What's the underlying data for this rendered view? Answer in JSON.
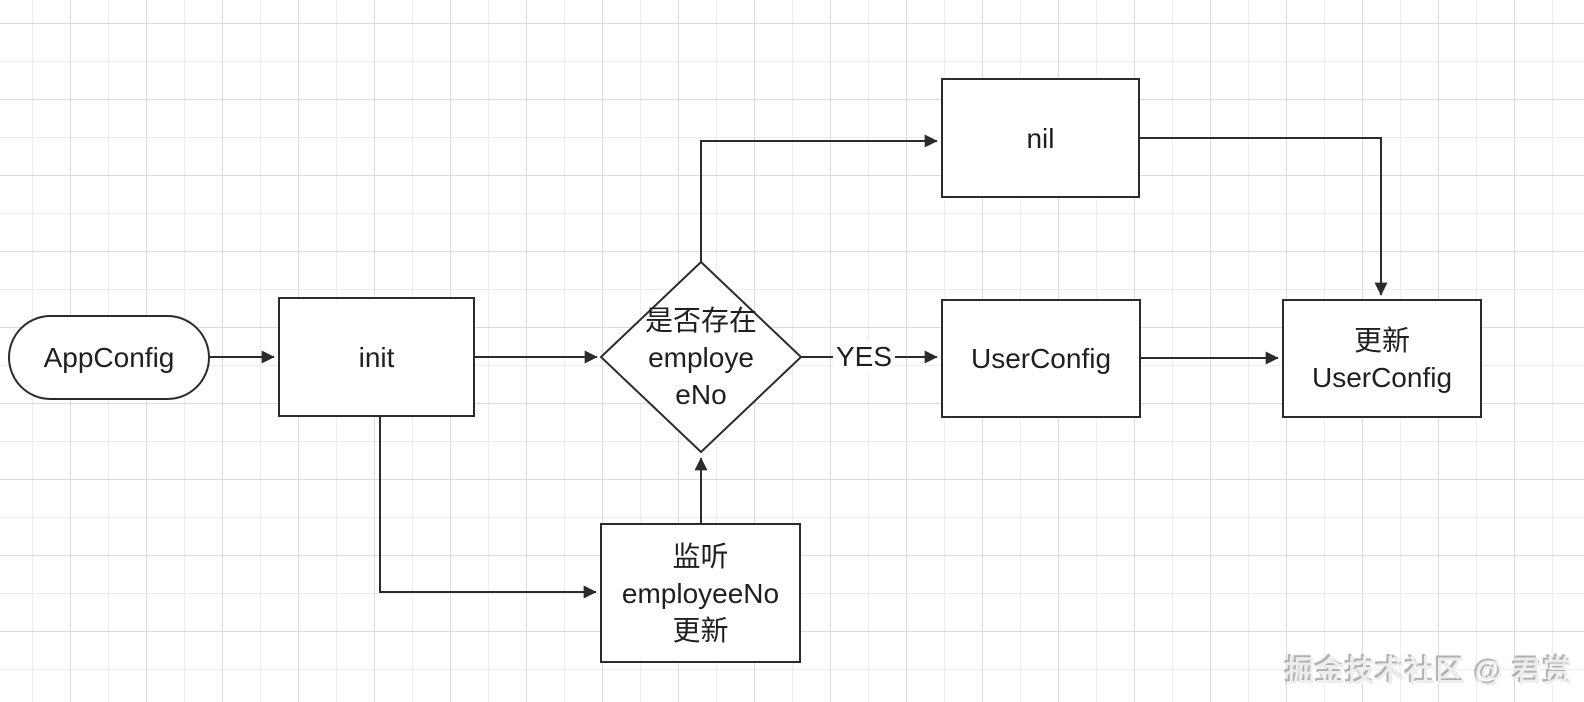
{
  "diagram": {
    "nodes": {
      "app_config": {
        "shape": "stadium",
        "label": "AppConfig"
      },
      "init": {
        "shape": "rect",
        "label": "init"
      },
      "check_employee_no": {
        "shape": "diamond",
        "label": "是否存在\nemploye\neNo"
      },
      "nil": {
        "shape": "rect",
        "label": "nil"
      },
      "user_config": {
        "shape": "rect",
        "label": "UserConfig"
      },
      "update_user_config": {
        "shape": "rect",
        "label": "更新\nUserConfig"
      },
      "listen_employee_no_update": {
        "shape": "rect",
        "label": "监听\nemployeeNo\n更新"
      }
    },
    "edges": [
      {
        "from": "AppConfig",
        "to": "init",
        "label": ""
      },
      {
        "from": "init",
        "to": "是否存在employeeNo",
        "label": ""
      },
      {
        "from": "是否存在employeeNo",
        "to": "nil",
        "label": ""
      },
      {
        "from": "是否存在employeeNo",
        "to": "UserConfig",
        "label": "YES"
      },
      {
        "from": "UserConfig",
        "to": "更新UserConfig",
        "label": ""
      },
      {
        "from": "nil",
        "to": "更新UserConfig",
        "label": ""
      },
      {
        "from": "init",
        "to": "监听employeeNo更新",
        "label": ""
      },
      {
        "from": "监听employeeNo更新",
        "to": "是否存在employeeNo",
        "label": ""
      }
    ]
  },
  "watermark": {
    "text": "掘金技术社区 @ 君赏"
  },
  "colors": {
    "stroke": "#2b2b2b",
    "node_fill": "#ffffff",
    "text": "#1f1f1f",
    "grid_minor": "#ededed",
    "grid_major": "#dbdbdb",
    "canvas": "#ffffff",
    "watermark": "#efecec"
  }
}
